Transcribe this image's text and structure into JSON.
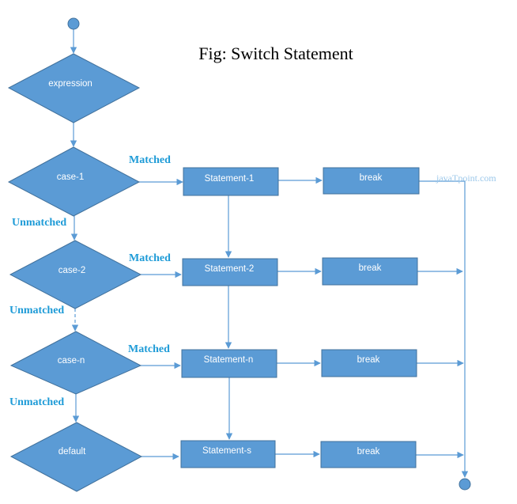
{
  "title": "Fig: Switch Statement",
  "watermark": "javaTpoint.com",
  "colors": {
    "shape_fill": "#5b9bd5",
    "shape_stroke": "#41719c",
    "connector": "#5b9bd5",
    "label": "#1e9bd7",
    "watermark": "#9cc8ea"
  },
  "nodes": {
    "expression": "expression",
    "case1": "case-1",
    "case2": "case-2",
    "casen": "case-n",
    "default": "default",
    "stmt1": "Statement-1",
    "stmt2": "Statement-2",
    "stmtn": "Statement-n",
    "stmts": "Statement-s",
    "break1": "break",
    "break2": "break",
    "breakn": "break",
    "breaks": "break"
  },
  "labels": {
    "matched_1": "Matched",
    "matched_2": "Matched",
    "matched_n": "Matched",
    "unmatched_1": "Unmatched",
    "unmatched_2": "Unmatched",
    "unmatched_n": "Unmatched"
  }
}
